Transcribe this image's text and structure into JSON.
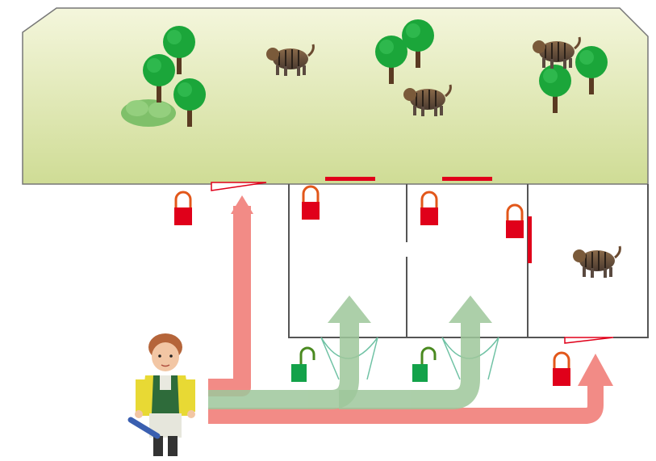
{
  "scene": {
    "enclosure": "outdoor-enclosure",
    "rooms": [
      "holding-room-1",
      "holding-room-2",
      "holding-room-3"
    ],
    "person": "zookeeper"
  },
  "colors": {
    "enclosure_top": "#f4f6dc",
    "enclosure_bottom": "#cfdc95",
    "locked": "#e0001a",
    "unlocked": "#13a24a",
    "red_arrow": "#f28b86",
    "green_arrow": "#9ec79b",
    "walls": "#555555",
    "tree_leaf": "#1ba63a",
    "trunk": "#5a3a22"
  },
  "icons": {
    "tree": "tree-icon",
    "tiger": "tiger-icon",
    "bush": "bush-icon",
    "lock_closed": "padlock-closed-icon",
    "lock_open": "padlock-open-icon",
    "door": "door-icon",
    "person": "zookeeper-figure"
  }
}
